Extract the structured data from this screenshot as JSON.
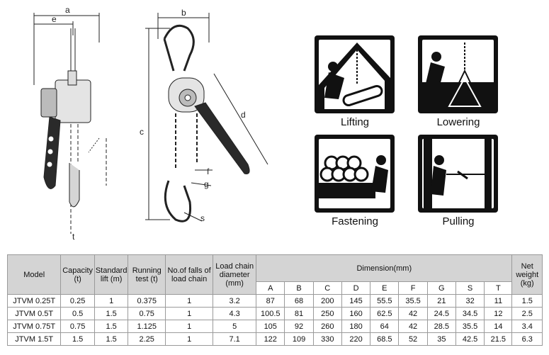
{
  "drawing_labels": {
    "a": "a",
    "e": "e",
    "b": "b",
    "c": "c",
    "d": "d",
    "f": "f",
    "g": "g",
    "s": "s",
    "t": "t"
  },
  "icons": [
    {
      "label": "Lifting",
      "icon": "lifting-icon"
    },
    {
      "label": "Lowering",
      "icon": "lowering-icon"
    },
    {
      "label": "Fastening",
      "icon": "fastening-icon"
    },
    {
      "label": "Pulling",
      "icon": "pulling-icon"
    }
  ],
  "table": {
    "headers": {
      "model": "Model",
      "capacity": "Capacity (t)",
      "standard_lift": "Standard lift (m)",
      "running_test": "Running test (t)",
      "falls": "No.of falls of load chain",
      "chain_diameter": "Load chain diameter (mm)",
      "dimension": "Dimension(mm)",
      "net_weight": "Net weight (kg)"
    },
    "dimension_cols": [
      "A",
      "B",
      "C",
      "D",
      "E",
      "F",
      "G",
      "S",
      "T"
    ],
    "rows": [
      [
        "JTVM 0.25T",
        "0.25",
        "1",
        "0.375",
        "1",
        "3.2",
        "87",
        "68",
        "200",
        "145",
        "55.5",
        "35.5",
        "21",
        "32",
        "11",
        "1.5"
      ],
      [
        "JTVM 0.5T",
        "0.5",
        "1.5",
        "0.75",
        "1",
        "4.3",
        "100.5",
        "81",
        "250",
        "160",
        "62.5",
        "42",
        "24.5",
        "34.5",
        "12",
        "2.5"
      ],
      [
        "JTVM 0.75T",
        "0.75",
        "1.5",
        "1.125",
        "1",
        "5",
        "105",
        "92",
        "260",
        "180",
        "64",
        "42",
        "28.5",
        "35.5",
        "14",
        "3.4"
      ],
      [
        "JTVM 1.5T",
        "1.5",
        "1.5",
        "2.25",
        "1",
        "7.1",
        "122",
        "109",
        "330",
        "220",
        "68.5",
        "52",
        "35",
        "42.5",
        "21.5",
        "6.3"
      ]
    ]
  }
}
